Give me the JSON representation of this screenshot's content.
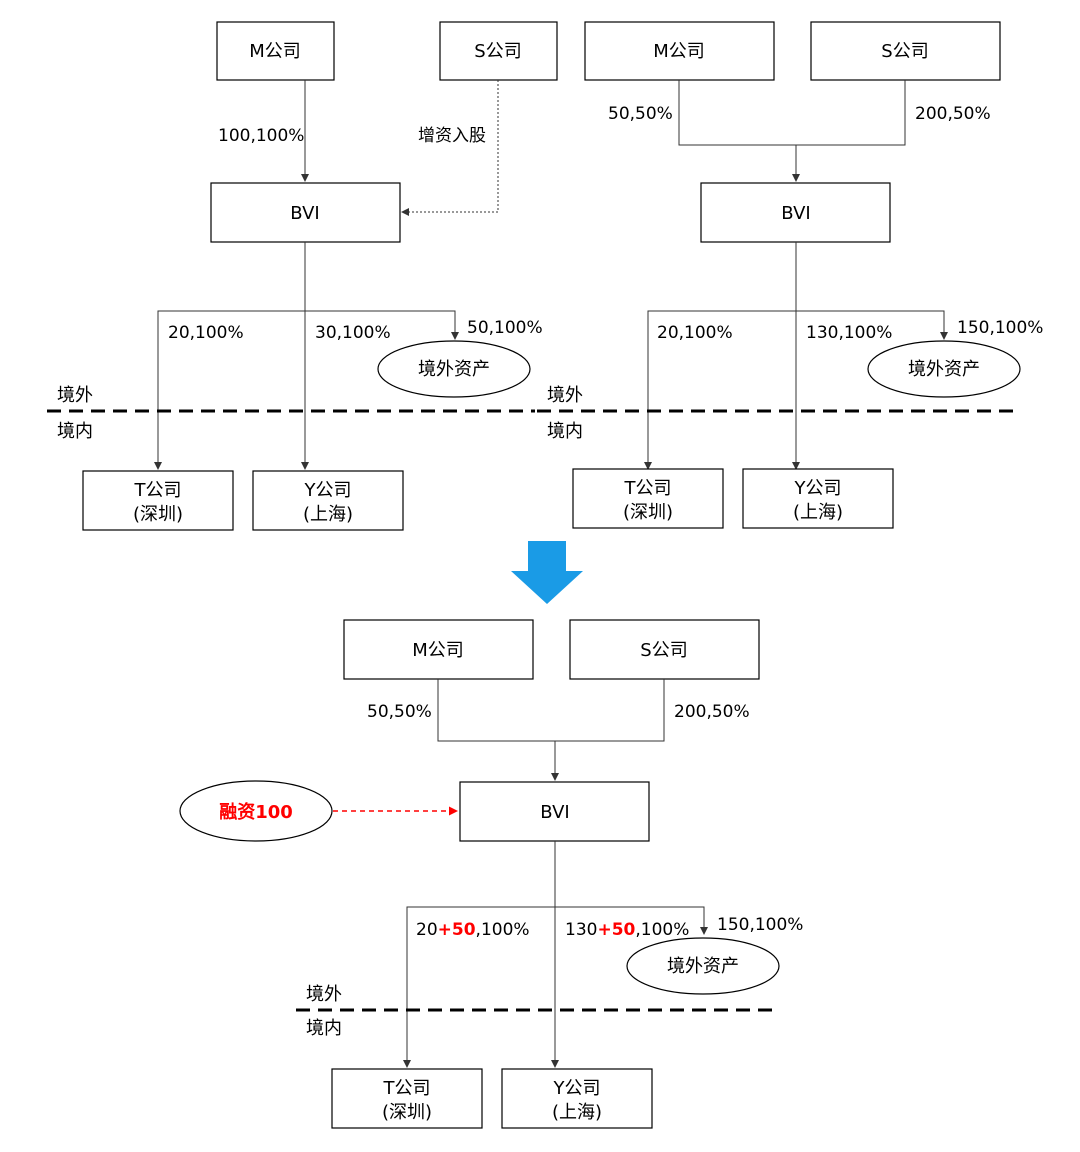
{
  "colors": {
    "accent_red": "#ff0000",
    "down_arrow": "#1a9be6",
    "line": "#333333"
  },
  "diagram1": {
    "m_company": "M公司",
    "s_company": "S公司",
    "m_to_bvi": "100,100%",
    "s_to_bvi": "增资入股",
    "bvi": "BVI",
    "to_t": "20,100%",
    "to_y": "30,100%",
    "to_asset": "50,100%",
    "overseas_asset": "境外资产",
    "offshore": "境外",
    "onshore": "境内",
    "t_name": "T公司",
    "t_city": "(深圳)",
    "y_name": "Y公司",
    "y_city": "(上海)"
  },
  "diagram2": {
    "m_company": "M公司",
    "s_company": "S公司",
    "m_share": "50,50%",
    "s_share": "200,50%",
    "bvi": "BVI",
    "to_t": "20,100%",
    "to_y": "130,100%",
    "to_asset": "150,100%",
    "overseas_asset": "境外资产",
    "offshore": "境外",
    "onshore": "境内",
    "t_name": "T公司",
    "t_city": "(深圳)",
    "y_name": "Y公司",
    "y_city": "(上海)"
  },
  "diagram3": {
    "m_company": "M公司",
    "s_company": "S公司",
    "m_share": "50,50%",
    "s_share": "200,50%",
    "financing": "融资100",
    "bvi": "BVI",
    "to_t_base": "20",
    "to_t_added": "+50",
    "to_t_pct": ",100%",
    "to_y_base": "130",
    "to_y_added": "+50",
    "to_y_pct": ",100%",
    "to_asset": "150,100%",
    "overseas_asset": "境外资产",
    "offshore": "境外",
    "onshore": "境内",
    "t_name": "T公司",
    "t_city": "(深圳)",
    "y_name": "Y公司",
    "y_city": "(上海)"
  }
}
